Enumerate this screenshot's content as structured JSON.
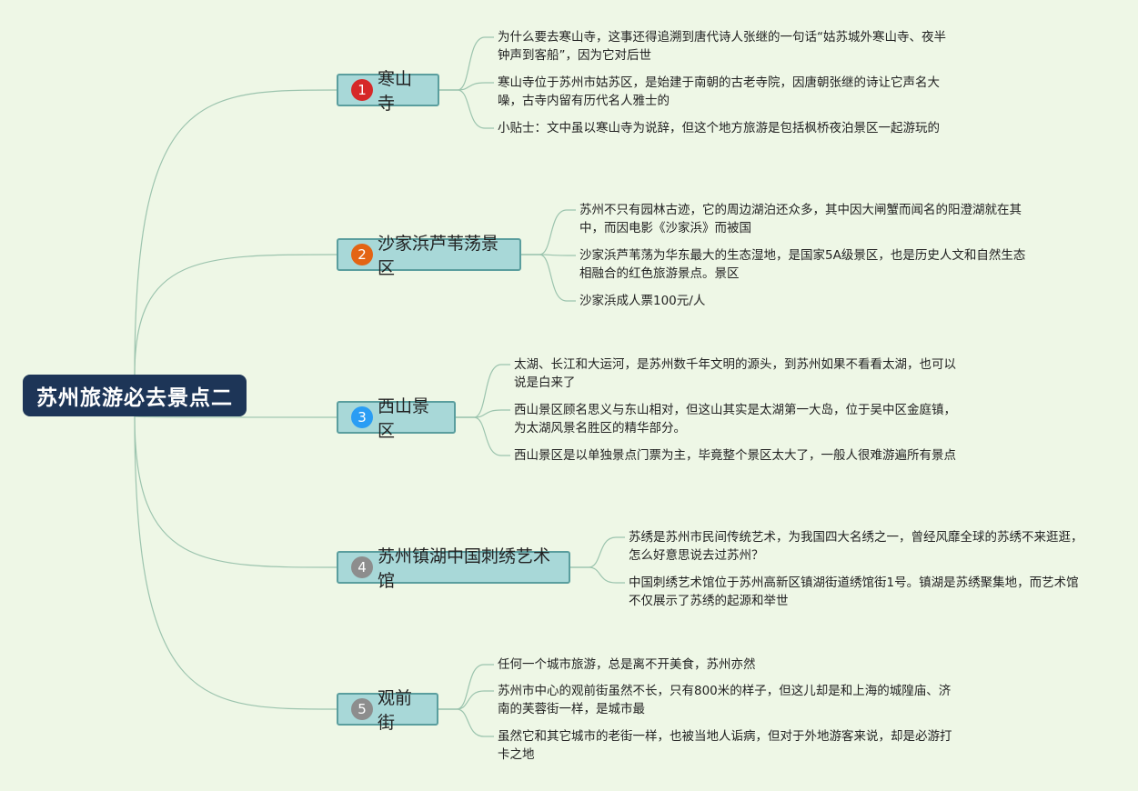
{
  "root": {
    "label": "苏州旅游必去景点二"
  },
  "colors": {
    "root_bg": "#1d3557",
    "branch_bg": "#a8d8d8",
    "branch_border": "#5a9e9e",
    "connector": "#9cc4ae",
    "badge_1": "#d62828",
    "badge_2": "#e36414",
    "badge_3": "#2a9df4",
    "badge_4": "#8d8d8d",
    "badge_5": "#8d8d8d"
  },
  "branches": [
    {
      "number": "1",
      "label": "寒山寺",
      "notes": [
        "为什么要去寒山寺，这事还得追溯到唐代诗人张继的一句话“姑苏城外寒山寺、夜半钟声到客船”，因为它对后世",
        "寒山寺位于苏州市姑苏区，是始建于南朝的古老寺院，因唐朝张继的诗让它声名大噪，古寺内留有历代名人雅士的",
        "小贴士：文中虽以寒山寺为说辞，但这个地方旅游是包括枫桥夜泊景区一起游玩的"
      ]
    },
    {
      "number": "2",
      "label": "沙家浜芦苇荡景区",
      "notes": [
        "苏州不只有园林古迹，它的周边湖泊还众多，其中因大闸蟹而闻名的阳澄湖就在其中，而因电影《沙家浜》而被国",
        "沙家浜芦苇荡为华东最大的生态湿地，是国家5A级景区，也是历史人文和自然生态相融合的红色旅游景点。景区",
        "沙家浜成人票100元/人"
      ]
    },
    {
      "number": "3",
      "label": "西山景区",
      "notes": [
        "太湖、长江和大运河，是苏州数千年文明的源头，到苏州如果不看看太湖，也可以说是白来了",
        "西山景区顾名思义与东山相对，但这山其实是太湖第一大岛，位于吴中区金庭镇，为太湖风景名胜区的精华部分。",
        "西山景区是以单独景点门票为主，毕竟整个景区太大了，一般人很难游遍所有景点"
      ]
    },
    {
      "number": "4",
      "label": "苏州镇湖中国刺绣艺术馆",
      "notes": [
        "苏绣是苏州市民间传统艺术，为我国四大名绣之一，曾经风靡全球的苏绣不来逛逛，怎么好意思说去过苏州？",
        "中国刺绣艺术馆位于苏州高新区镇湖街道绣馆街1号。镇湖是苏绣聚集地，而艺术馆不仅展示了苏绣的起源和举世"
      ]
    },
    {
      "number": "5",
      "label": "观前街",
      "notes": [
        "任何一个城市旅游，总是离不开美食，苏州亦然",
        "苏州市中心的观前街虽然不长，只有800米的样子，但这儿却是和上海的城隍庙、济南的芙蓉街一样，是城市最",
        "虽然它和其它城市的老街一样，也被当地人诟病，但对于外地游客来说，却是必游打卡之地"
      ]
    }
  ]
}
